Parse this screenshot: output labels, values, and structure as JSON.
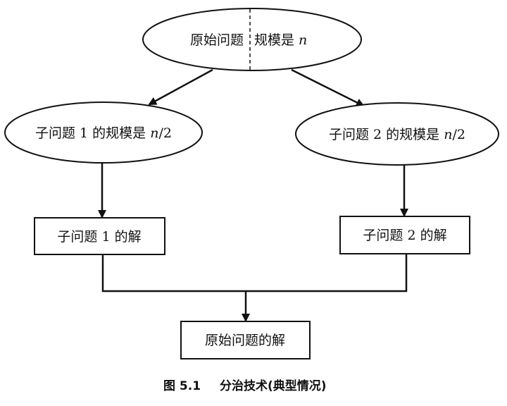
{
  "nodes": {
    "root": {
      "label_left": "原始问题",
      "label_right_prefix": "规模是 ",
      "label_right_var": "n"
    },
    "sub1": {
      "prefix": "子问题 1 的规模是 ",
      "var": "n",
      "suffix": "/2"
    },
    "sub2": {
      "prefix": "子问题 2 的规模是 ",
      "var": "n",
      "suffix": "/2"
    },
    "sol1": {
      "label": "子问题 1 的解"
    },
    "sol2": {
      "label": "子问题 2 的解"
    },
    "final": {
      "label": "原始问题的解"
    }
  },
  "caption": {
    "number": "图 5.1",
    "text": "分治技术(典型情况)"
  }
}
